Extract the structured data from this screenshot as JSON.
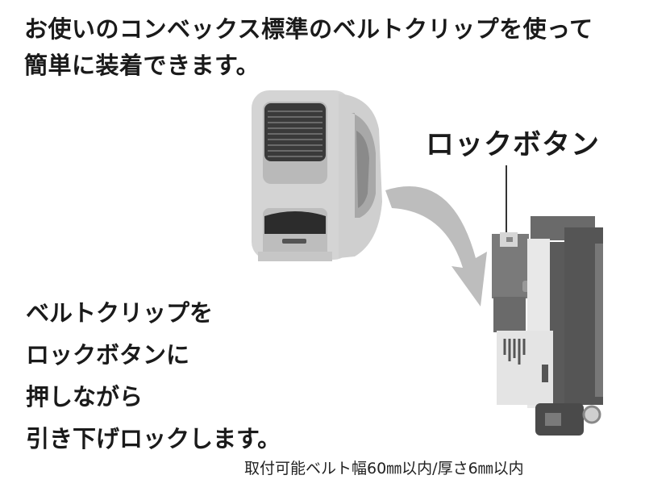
{
  "headline": {
    "line1": "お使いのコンベックス標準のベルトクリップを使って",
    "line2": "簡単に装着できます。"
  },
  "lock_button_label": "ロックボタン",
  "steps": {
    "line1": "ベルトクリップを",
    "line2": "ロックボタンに",
    "line3": "押しながら",
    "line4": "引き下げロックします。"
  },
  "spec_note": "取付可能ベルト幅60㎜以内/厚さ6㎜以内",
  "icons": {
    "tape_measure": "tape-measure-illustration",
    "arrow": "curved-arrow",
    "holder": "tape-holder-illustration"
  },
  "colors": {
    "text": "#1a1a1a",
    "tape_body": "#d8d8d8",
    "arrow": "#bdbdbd",
    "holder_dark": "#5e5e5e"
  }
}
